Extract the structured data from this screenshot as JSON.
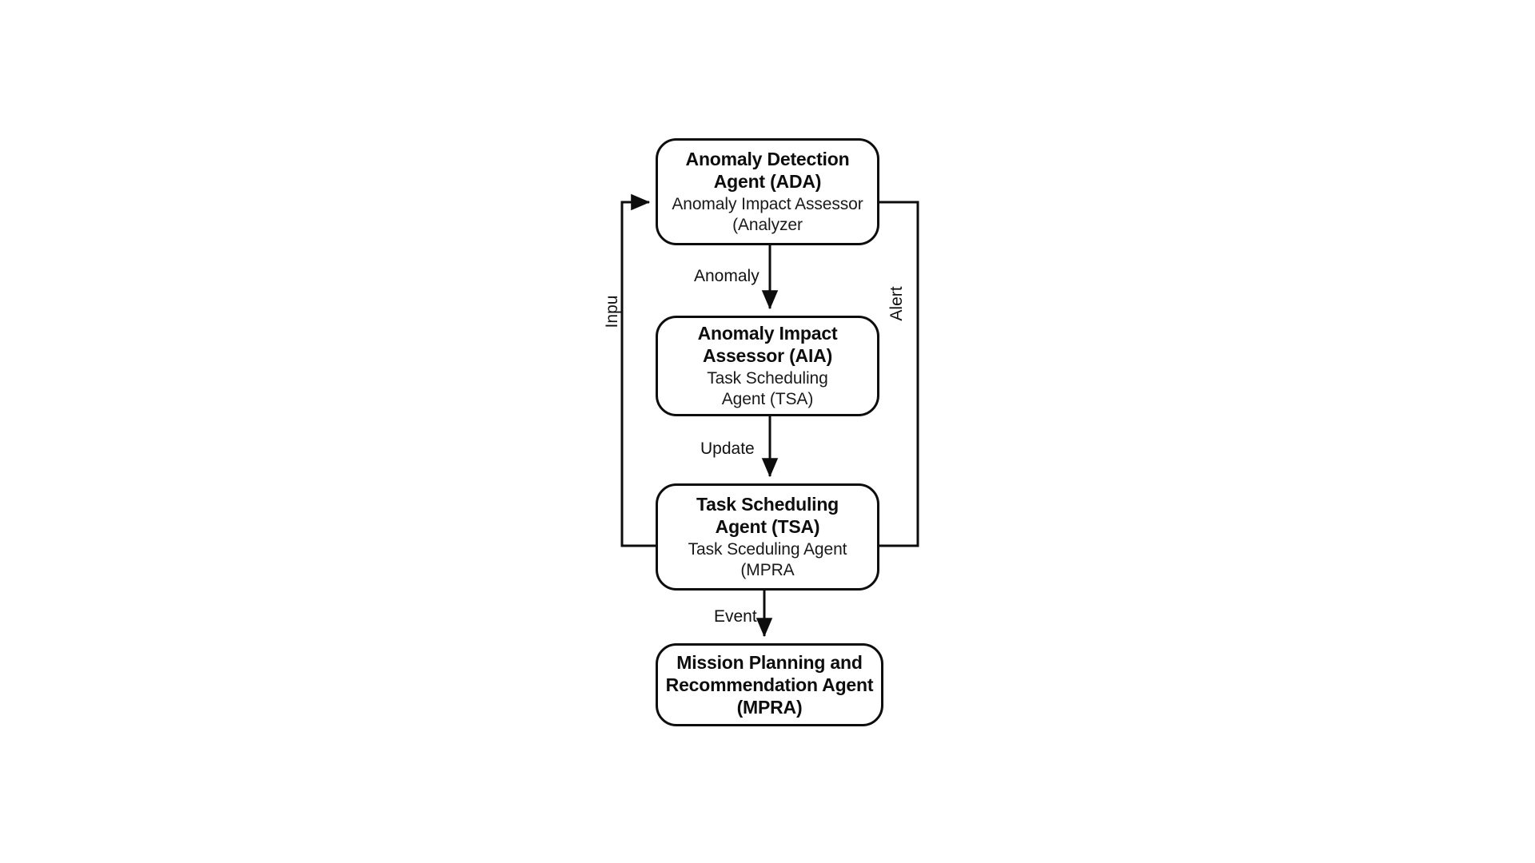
{
  "diagram": {
    "type": "flowchart",
    "background_color": "#ffffff",
    "stroke_color": "#0d0d0d",
    "text_color": "#111111",
    "nodes": [
      {
        "id": "ada",
        "title": "Anomaly Detection\nAgent (ADA)",
        "subtitle": "Anomaly Impact Assessor\n(Analyzer"
      },
      {
        "id": "aia",
        "title": "Anomaly Impact\nAssessor (AIA)",
        "subtitle": "Task Scheduling\nAgent (TSA)"
      },
      {
        "id": "tsa",
        "title": "Task Scheduling\nAgent (TSA)",
        "subtitle": "Task Sceduling Agent\n(MPRA"
      },
      {
        "id": "mpra",
        "title": "Mission Planning and\nRecommendation Agent\n(MPRA)",
        "subtitle": ""
      }
    ],
    "edges": [
      {
        "id": "anomaly",
        "label": "Anomaly",
        "from": "ada",
        "to": "aia"
      },
      {
        "id": "update",
        "label": "Update",
        "from": "aia",
        "to": "tsa"
      },
      {
        "id": "event",
        "label": "Event",
        "from": "tsa",
        "to": "mpra"
      },
      {
        "id": "input",
        "label": "Inpu",
        "from": "tsa",
        "to": "ada"
      },
      {
        "id": "alert",
        "label": "Alert",
        "from": "ada",
        "to": "tsa"
      }
    ]
  }
}
